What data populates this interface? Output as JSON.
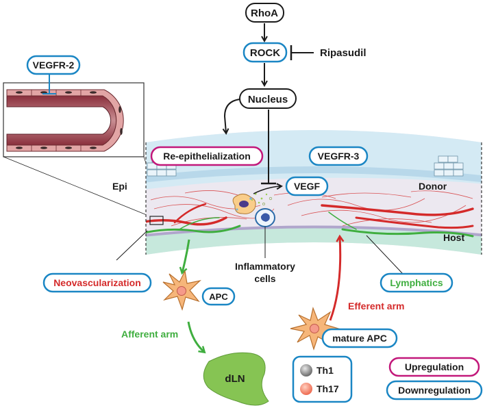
{
  "pathway": {
    "rhoa": "RhoA",
    "rock": "ROCK",
    "ripasudil": "Ripasudil",
    "nucleus": "Nucleus"
  },
  "labels": {
    "vegfr2": "VEGFR-2",
    "re_epithelialization": "Re-epithelialization",
    "vegfr3": "VEGFR-3",
    "vegf": "VEGF",
    "epi": "Epi",
    "donor": "Donor",
    "host": "Host",
    "inflammatory_line1": "Inflammatory",
    "inflammatory_line2": "cells",
    "neovascularization": "Neovascularization",
    "lymphatics": "Lymphatics",
    "apc": "APC",
    "mature_apc": "mature APC",
    "afferent_arm": "Afferent arm",
    "efferent_arm": "Efferent arm",
    "dln": "dLN"
  },
  "legend": {
    "th1": "Th1",
    "th17": "Th17",
    "upregulation": "Upregulation",
    "downregulation": "Downregulation"
  },
  "colors": {
    "upregulation_border": "#c2187a",
    "downregulation_border": "#1a86c4",
    "black_border": "#1a1a1a",
    "vessel_red": "#d42a2a",
    "lymph_green": "#3fae3f",
    "apc_orange": "#f6b67a",
    "dln_green": "#86c453",
    "cornea_blue": "#cfe8f3",
    "stroma": "#ece8f0",
    "endothelium": "#c6e8dc"
  }
}
